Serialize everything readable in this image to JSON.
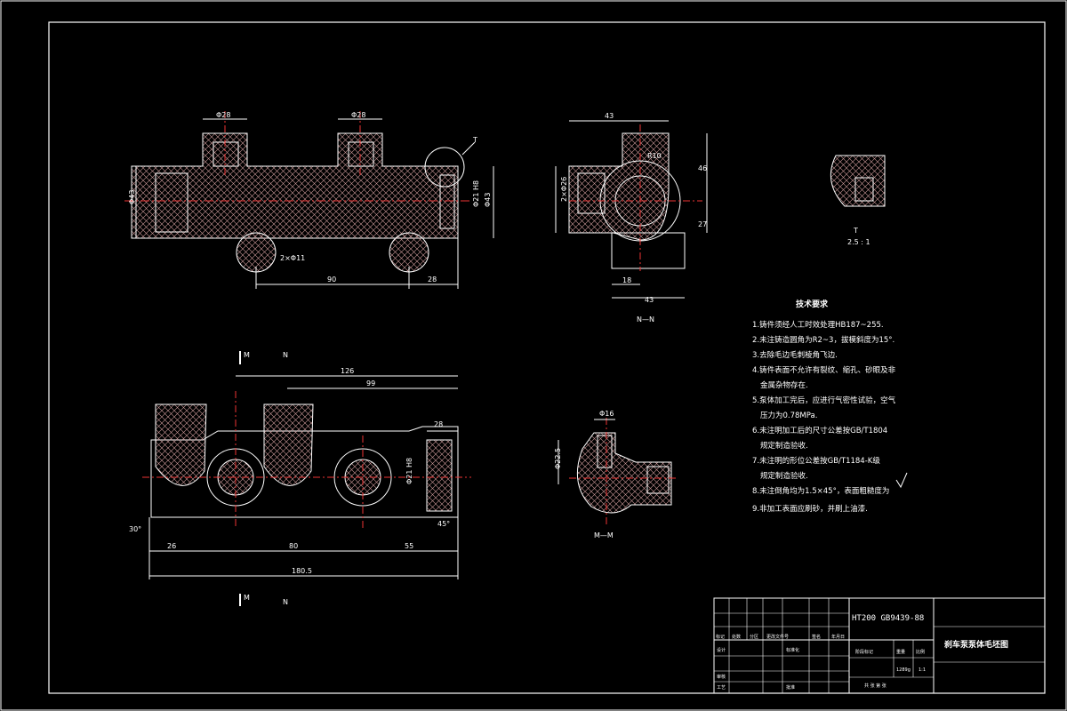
{
  "drawing": {
    "front_view": {
      "dims": {
        "port1_dia": "Φ28",
        "port2_dia": "Φ28",
        "body_left_dia": "Φ43",
        "body_right_dia": "Φ43",
        "bore_dia": "Φ21 H8",
        "hole_dia": "2×Φ11",
        "len_90": "90",
        "len_28": "28"
      },
      "callout": "T"
    },
    "section_nn": {
      "dims": {
        "top_43": "43",
        "bottom_43": "43",
        "left_dia": "2×Φ26",
        "r_label": "R10",
        "right_46": "46",
        "right_27": "27",
        "bottom_18": "18"
      },
      "label": "N—N"
    },
    "detail_t": {
      "label": "T",
      "scale": "2.5 : 1"
    },
    "bottom_view": {
      "cut_m_top": "M",
      "cut_n_top": "N",
      "cut_m_bottom": "M",
      "cut_n_bottom": "N",
      "dims": {
        "len_126": "126",
        "len_99": "99",
        "len_28": "28",
        "left_26": "26",
        "mid_80": "80",
        "right_55": "55",
        "total": "180.5",
        "angle_30": "30°",
        "angle_45": "45°",
        "bore": "Φ21 H8"
      }
    },
    "section_mm": {
      "dims": {
        "top": "Φ16",
        "left": "Φ22.5"
      },
      "label": "M—M"
    },
    "tech_requirements": {
      "title": "技术要求",
      "items": [
        "1.铸件须经人工时效处理HB187~255.",
        "2.未注铸造圆角为R2~3，拔模斜度为15°.",
        "3.去除毛边毛刺棱角飞边.",
        "4.铸件表面不允许有裂纹、缩孔、砂眼及非",
        "金属杂物存在.",
        "5.泵体加工完后，应进行气密性试验，空气",
        "压力为0.78MPa.",
        "6.未注明加工后的尺寸公差按GB/T1804",
        "规定制造验收.",
        "7.未注明的形位公差按GB/T1184-K级",
        "规定制造验收.",
        "8.未注倒角均为1.5×45°，表面粗糙度为",
        "9.非加工表面应刷砂，并刷上油漆."
      ]
    },
    "title_block": {
      "material": "HT200 GB9439-88",
      "drawing_title": "刹车泵泵体毛坯图",
      "scale": "1:1",
      "header_cells": [
        "标记",
        "处数",
        "分区",
        "更改文件号",
        "签名",
        "年月日"
      ],
      "row_labels": [
        "设计",
        "标准化",
        "审核",
        "工艺",
        "批准"
      ],
      "stage_label": "阶段标记",
      "weight_label": "重量",
      "scale_label": "比例",
      "weight_value": "1289g",
      "sheet_text": "共 张 第 张"
    }
  }
}
